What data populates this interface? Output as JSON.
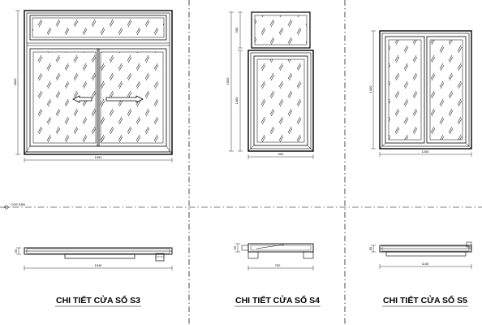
{
  "level_marker": "COS SÀN",
  "windows": [
    {
      "title": "CHI TIẾT CỬA SỔ S3",
      "width_label": "1990",
      "height_label": "1800",
      "plan_depth_label": "55",
      "plan_width_label": "1940"
    },
    {
      "title": "CHI TIẾT CỬA SỔ S4",
      "width_label": "900",
      "height_label": "1900",
      "transom_height_label": "500",
      "sash_height_label": "1400",
      "plan_depth_label": "55",
      "plan_width_label": "700"
    },
    {
      "title": "CHI TIẾT CỬA SỔ S5",
      "width_label": "1200",
      "height_label": "1400",
      "plan_depth_label": "55",
      "plan_width_label": "1140"
    }
  ]
}
